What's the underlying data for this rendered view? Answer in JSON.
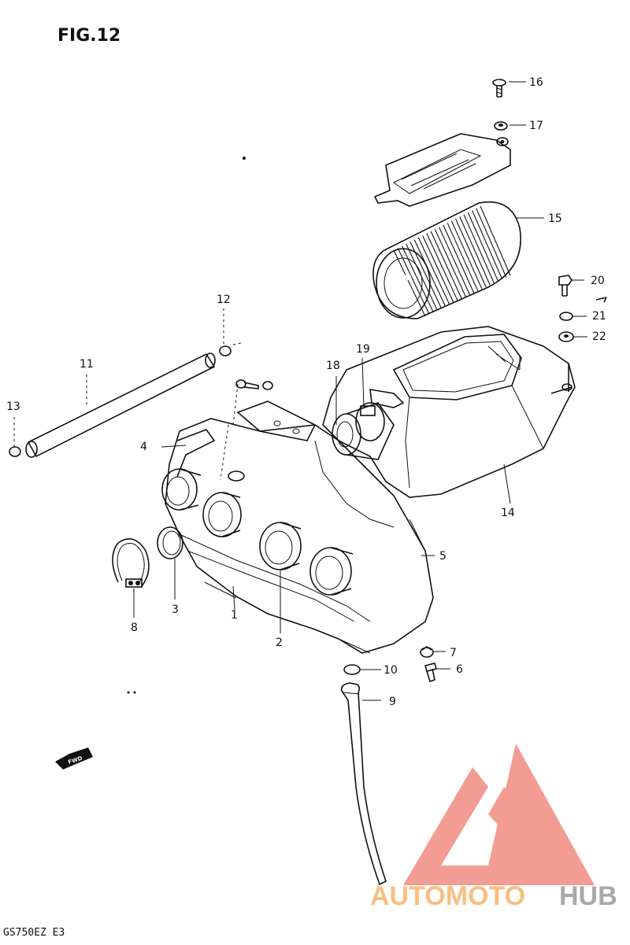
{
  "title": "FIG.12",
  "footer": "GS750EZ  E3",
  "fwd_arrow": "FWD",
  "parts": [
    {
      "id": "p1",
      "label": "1"
    },
    {
      "id": "p2",
      "label": "2"
    },
    {
      "id": "p3",
      "label": "3"
    },
    {
      "id": "p4",
      "label": "4"
    },
    {
      "id": "p5",
      "label": "5"
    },
    {
      "id": "p6",
      "label": "6"
    },
    {
      "id": "p7",
      "label": "7"
    },
    {
      "id": "p8",
      "label": "8"
    },
    {
      "id": "p9",
      "label": "9"
    },
    {
      "id": "p10",
      "label": "10"
    },
    {
      "id": "p11",
      "label": "11"
    },
    {
      "id": "p12",
      "label": "12"
    },
    {
      "id": "p13",
      "label": "13"
    },
    {
      "id": "p14",
      "label": "14"
    },
    {
      "id": "p15",
      "label": "15"
    },
    {
      "id": "p16",
      "label": "16"
    },
    {
      "id": "p17",
      "label": "17"
    },
    {
      "id": "p18",
      "label": "18"
    },
    {
      "id": "p19",
      "label": "19"
    },
    {
      "id": "p20",
      "label": "20"
    },
    {
      "id": "p21",
      "label": "21"
    },
    {
      "id": "p22",
      "label": "22"
    }
  ],
  "watermark": {
    "word1": "AUTOMOTO",
    "word2": "HUB",
    "color_logo": "#f28b82",
    "color_word1": "#f9b36b",
    "color_word2": "#9a9a9a"
  }
}
